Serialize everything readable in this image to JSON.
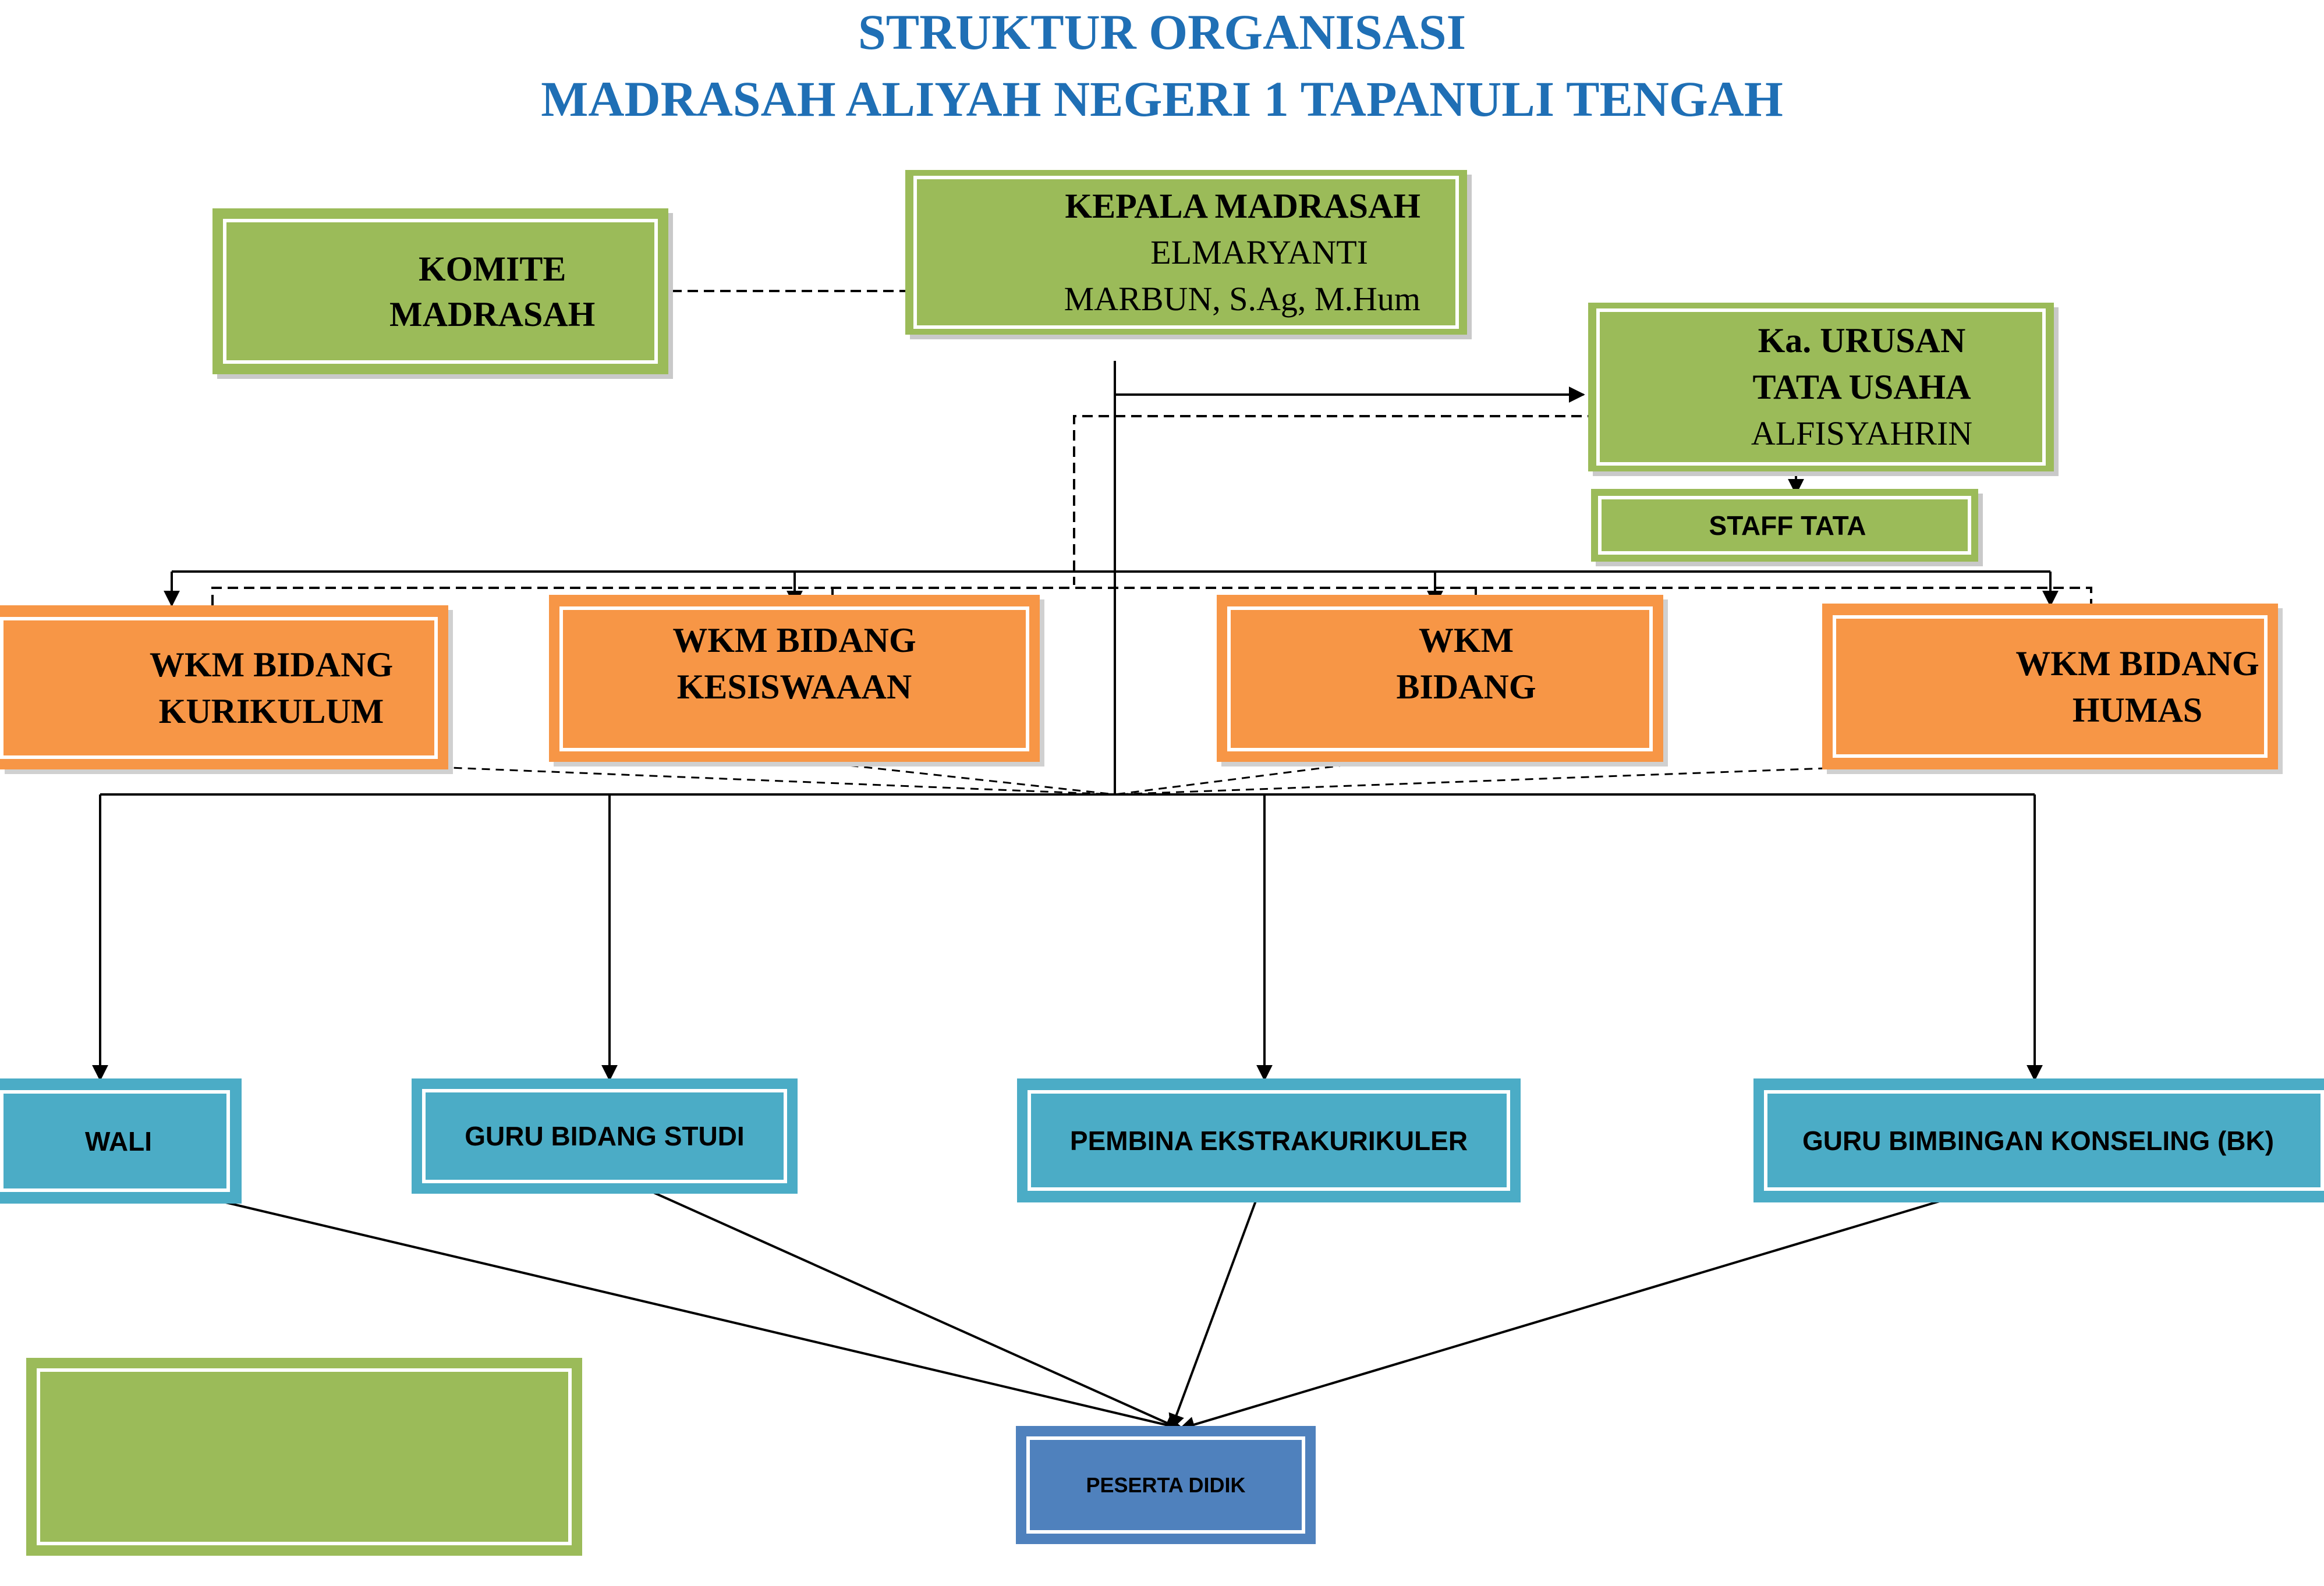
{
  "title": {
    "line1": "STRUKTUR ORGANISASI",
    "line2": "MADRASAH ALIYAH NEGERI 1 TAPANULI TENGAH"
  },
  "colors": {
    "title": "#1f6fb5",
    "green": "#9bbb59",
    "orange": "#f79646",
    "blue": "#4bacc6",
    "navy": "#4f81bd"
  },
  "nodes": {
    "komite": {
      "line1": "KOMITE",
      "line2": "MADRASAH"
    },
    "kepala": {
      "line1": "KEPALA MADRASAH",
      "line2": "ELMARYANTI",
      "line3": "MARBUN, S.Ag, M.Hum"
    },
    "tata_usaha": {
      "line1": "Ka. URUSAN",
      "line2": "TATA USAHA",
      "line3": "ALFISYAHRIN"
    },
    "staff_tata": {
      "label": "STAFF TATA"
    },
    "wkm_kurikulum": {
      "line1": "WKM BIDANG",
      "line2": "KURIKULUM"
    },
    "wkm_kesiswaan": {
      "line1": "WKM BIDANG",
      "line2": "KESISWAAAN"
    },
    "wkm_bidang": {
      "line1": "WKM",
      "line2": "BIDANG"
    },
    "wkm_humas": {
      "line1": "WKM BIDANG",
      "line2": "HUMAS"
    },
    "wali": {
      "label": "WALI"
    },
    "guru_bidang_studi": {
      "label": "GURU BIDANG STUDI"
    },
    "pembina": {
      "label": "PEMBINA EKSTRAKURIKULER"
    },
    "guru_bk": {
      "label": "GURU BIMBINGAN KONSELING (BK)"
    },
    "peserta_didik": {
      "label": "PESERTA DIDIK"
    },
    "legend_box": {
      "label": ""
    }
  }
}
